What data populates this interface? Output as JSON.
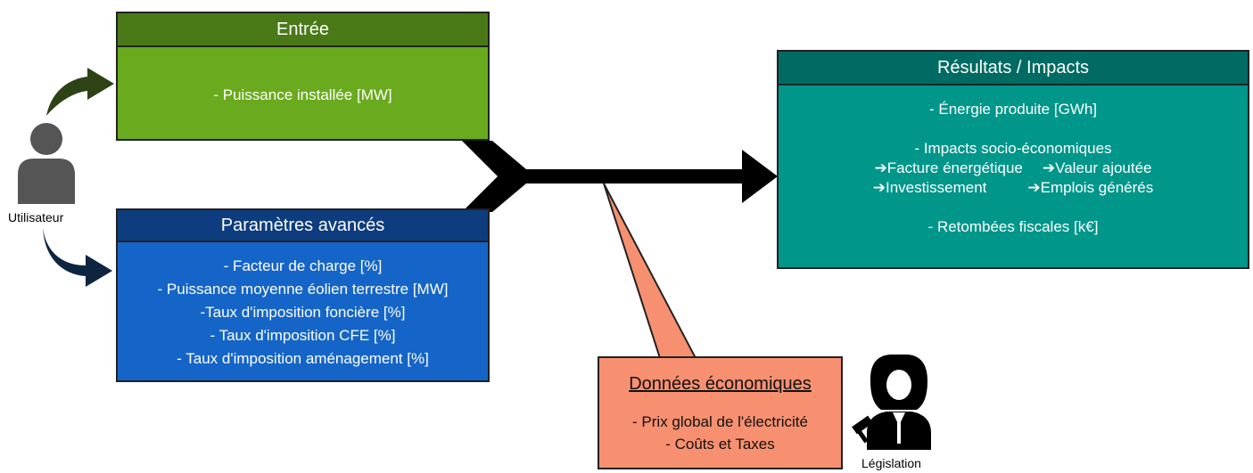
{
  "entree": {
    "title": "Entrée",
    "items": [
      "- Puissance installée [MW]"
    ]
  },
  "params": {
    "title": "Paramètres avancés",
    "items": [
      "- Facteur de charge [%]",
      "- Puissance moyenne éolien terrestre [MW]",
      "-Taux d'imposition foncière [%]",
      "- Taux d'imposition CFE [%]",
      "- Taux d'imposition aménagement [%]"
    ]
  },
  "results": {
    "title": "Résultats / Impacts",
    "energy": "- Énergie produite [GWh]",
    "impacts": "- Impacts socio-économiques",
    "sub": [
      "➔Facture énergétique",
      "➔Valeur ajoutée",
      "➔Investissement",
      "➔Emplois générés"
    ],
    "fiscal": "- Retombées fiscales [k€]"
  },
  "eco": {
    "title": "Données économiques",
    "items": [
      "- Prix global de l'électricité",
      "- Coûts et Taxes"
    ]
  },
  "actors": {
    "user": "Utilisateur",
    "law": "Législation"
  },
  "icons": [
    "user-icon",
    "judge-icon",
    "curved-arrow-icon"
  ]
}
